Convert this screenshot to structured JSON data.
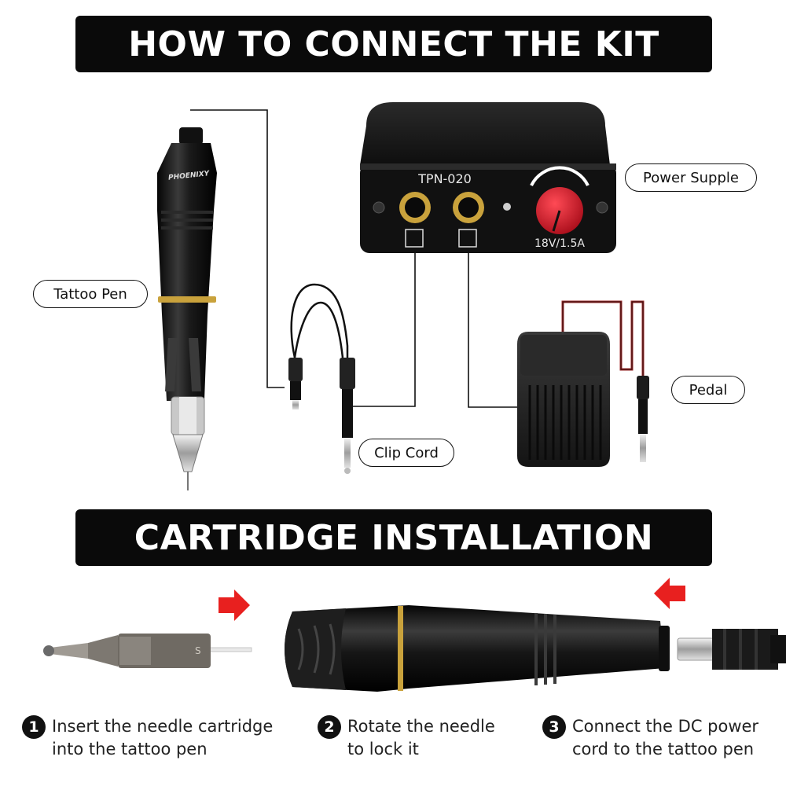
{
  "banners": {
    "top": "HOW TO CONNECT THE KIT",
    "bottom": "CARTRIDGE INSTALLATION"
  },
  "labels": {
    "power_supply": "Power Supple",
    "tattoo_pen": "Tattoo Pen",
    "pedal": "Pedal",
    "clip_cord": "Clip Cord"
  },
  "device": {
    "model": "TPN-020",
    "rating": "18V/1.5A",
    "pen_brand": "PHOENIXY"
  },
  "steps": [
    {
      "number": "1",
      "line1": "Insert the needle cartridge",
      "line2": "into the tattoo pen"
    },
    {
      "number": "2",
      "line1": "Rotate the needle",
      "line2": "to lock it"
    },
    {
      "number": "3",
      "line1": "Connect the DC power",
      "line2": "cord to the tattoo pen"
    }
  ],
  "colors": {
    "banner_bg": "#0a0a0a",
    "arrow_red": "#e8201f",
    "knob_red": "#d9182a",
    "gold_ring": "#c9a23c"
  }
}
